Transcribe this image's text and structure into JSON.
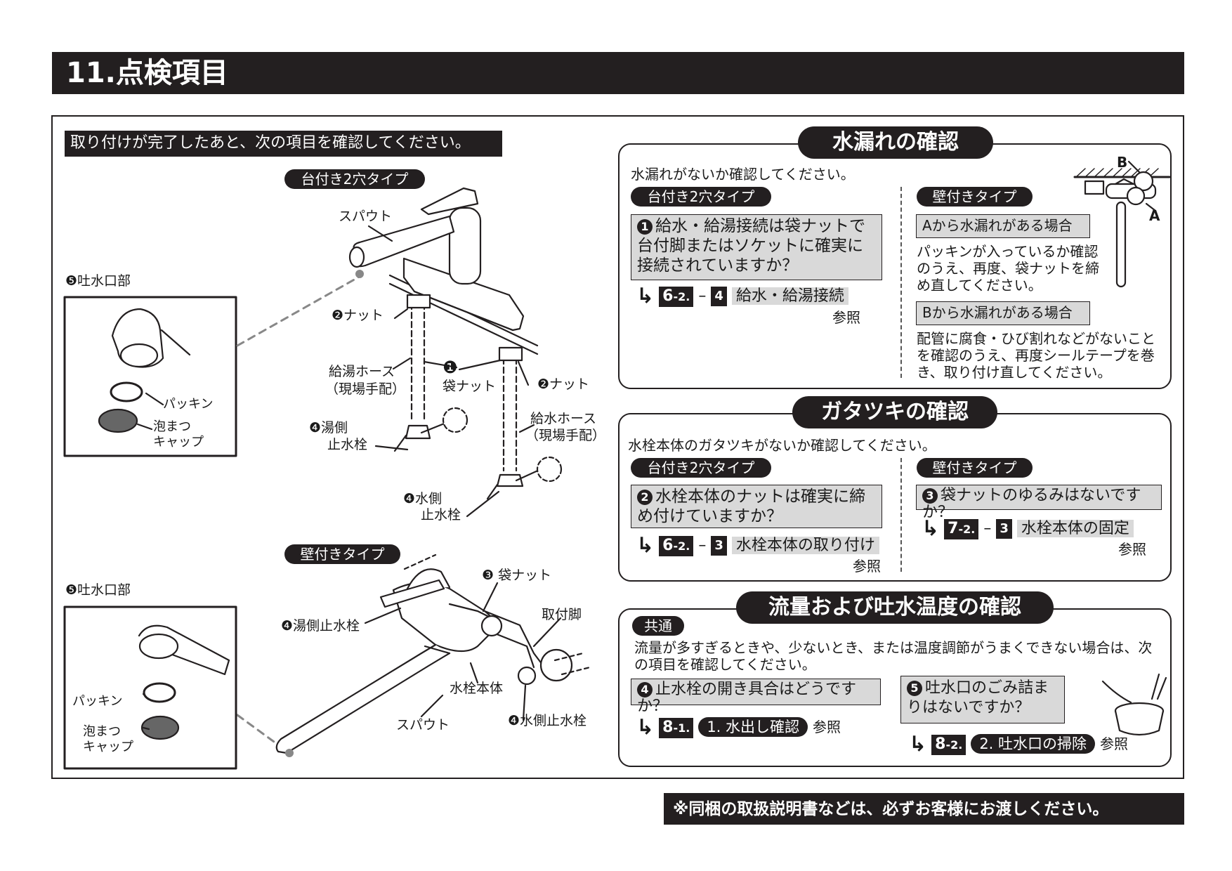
{
  "header": {
    "title": "11.点検項目"
  },
  "left": {
    "intro": "取り付けが完了したあと、次の項目を確認してください。",
    "deck_type_pill": "台付き2穴タイプ",
    "wall_type_pill": "壁付きタイプ",
    "deck_labels": {
      "spout": "スパウト",
      "nut1": "❷ナット",
      "nut2": "❷ナット",
      "bag_nut_num": "❶",
      "bag_nut": "袋ナット",
      "hot_hose_1": "給湯ホース",
      "hot_hose_2": "（現場手配）",
      "cold_hose_1": "給水ホース",
      "cold_hose_2": "（現場手配）",
      "hot_valve_1": "❹湯側",
      "hot_valve_2": "止水栓",
      "cold_valve_1": "❹水側",
      "cold_valve_2": "止水栓"
    },
    "deck_inset": {
      "title": "❺吐水口部",
      "packing": "パッキン",
      "cap_1": "泡まつ",
      "cap_2": "キャップ"
    },
    "wall_labels": {
      "bag_nut": "❸ 袋ナット",
      "mount_leg": "取付脚",
      "hot_valve": "❹湯側止水栓",
      "body": "水栓本体",
      "spout": "スパウト",
      "cold_valve": "❹水側止水栓"
    },
    "wall_inset": {
      "title": "❺吐水口部",
      "packing": "パッキン",
      "cap_1": "泡まつ",
      "cap_2": "キャップ"
    }
  },
  "leak": {
    "title": "水漏れの確認",
    "intro": "水漏れがないか確認してください。",
    "deck_pill": "台付き2穴タイプ",
    "wall_pill": "壁付きタイプ",
    "q_num": "1",
    "q_text": "給水・給湯接続は袋ナットで台付脚またはソケットに確実に接続されていますか？",
    "ref_sec": "6",
    "ref_sub": "-2.",
    "ref_dash": "–",
    "ref_item": "4",
    "ref_text": "給水・給湯接続",
    "ref_see": "参照",
    "a_head": "Aから水漏れがある場合",
    "a_body": "パッキンが入っているか確認のうえ、再度、袋ナットを締め直してください。",
    "b_head": "Bから水漏れがある場合",
    "b_body": "配管に腐食・ひび割れなどがないことを確認のうえ、再度シールテープを巻き、取り付け直してください。",
    "label_a": "A",
    "label_b": "B"
  },
  "rattle": {
    "title": "ガタツキの確認",
    "intro": "水栓本体のガタツキがないか確認してください。",
    "deck_pill": "台付き2穴タイプ",
    "wall_pill": "壁付きタイプ",
    "q1_num": "2",
    "q1_text": "水栓本体のナットは確実に締め付けていますか？",
    "ref1_sec": "6",
    "ref1_sub": "-2.",
    "ref1_item": "3",
    "ref1_text": "水栓本体の取り付け",
    "ref1_see": "参照",
    "q2_num": "3",
    "q2_text": "袋ナットのゆるみはないですか？",
    "ref2_sec": "7",
    "ref2_sub": "-2.",
    "ref2_item": "3",
    "ref2_text": "水栓本体の固定",
    "ref2_see": "参照",
    "ref_dash": "–"
  },
  "flow": {
    "title": "流量および吐水温度の確認",
    "common_pill": "共通",
    "intro": "流量が多すぎるときや、少ないとき、または温度調節がうまくできない場合は、次の項目を確認してください。",
    "q1_num": "4",
    "q1_text": "止水栓の開き具合はどうですか？",
    "ref1_sec": "8",
    "ref1_sub": "-1.",
    "ref1_text": "1. 水出し確認",
    "ref1_see": "参照",
    "q2_num": "5",
    "q2_text": "吐水口のごみ詰まりはないですか？",
    "ref2_sec": "8",
    "ref2_sub": "-2.",
    "ref2_text": "2. 吐水口の掃除",
    "ref2_see": "参照"
  },
  "footer": {
    "note": "※同梱の取扱説明書などは、必ずお客様にお渡しください。"
  }
}
